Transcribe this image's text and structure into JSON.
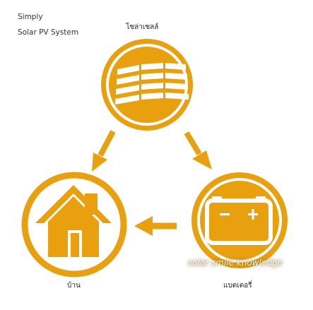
{
  "title": {
    "line1": "Simply",
    "line2": "Solar PV System"
  },
  "nodes": {
    "solar": {
      "label": "โซล่าเซลล์",
      "icon": "solar-panel-icon"
    },
    "home": {
      "label": "บ้าน",
      "icon": "house-icon"
    },
    "battery": {
      "label": "แบตเตอรี่",
      "icon": "battery-icon",
      "minus": "−",
      "plus": "+"
    }
  },
  "watermark": "solar smile knowledge",
  "colors": {
    "accent": "#E8A00E",
    "accent_light": "#F3B533",
    "background": "#FFFFFF"
  }
}
